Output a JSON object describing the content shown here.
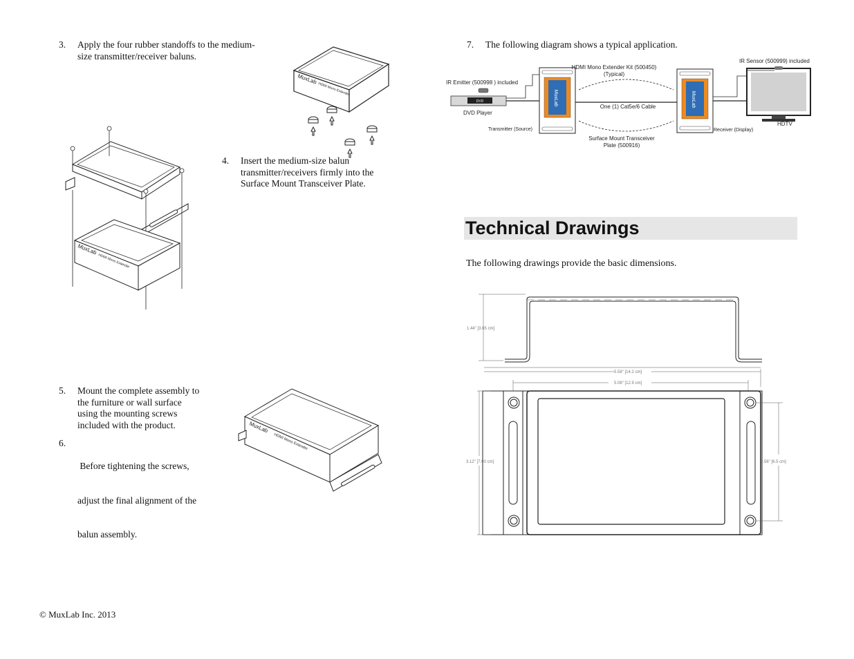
{
  "left_page": {
    "step3": {
      "number": "3.",
      "text_line1": "Apply the four rubber standoffs to the medium-",
      "text_line2": "size transmitter/receiver baluns."
    },
    "step4": {
      "number": "4.",
      "text_line1": "Insert the medium-size balun",
      "text_line2": "transmitter/receivers firmly into the",
      "text_line3": "Surface Mount Transceiver Plate."
    },
    "step5": {
      "number": "5.",
      "text_line1": "Mount the complete assembly to",
      "text_line2": "the furniture or wall surface",
      "text_line3": "using the mounting screws",
      "text_line4": "included with the product."
    },
    "step6": {
      "number": "6.",
      "text_line1": " Before tightening the screws,",
      "text_line2": "adjust the final alignment of the",
      "text_line3": "balun assembly."
    },
    "device_label": {
      "brand": "MuxLab",
      "model": "HDMI Mono Extender"
    },
    "footer": "© MuxLab Inc. 2013"
  },
  "right_page": {
    "step7": {
      "number": "7.",
      "text": "The following diagram shows a typical application."
    },
    "diagram": {
      "kit_label_line1": "HDMI Mono Extender  Kit (500450)",
      "kit_label_line2": "(Typical)",
      "ir_emitter": "IR Emitter (500998 ) included",
      "ir_sensor": "IR Sensor (500999) included",
      "dvd_player": "DVD Player",
      "dvd_display": "DVD",
      "cable": "One (1) Cat5e/6 Cable",
      "transmitter": "Transmitter (Source)",
      "receiver": "Receiver (Display)",
      "hdtv": "HDTV",
      "plate_line1": "Surface Mount Transceiver",
      "plate_line2": "Plate (500916)",
      "balun_brand": "MuxLab"
    },
    "section_title": "Technical Drawings",
    "intro": "The following drawings provide the basic dimensions.",
    "dimensions": {
      "height": "1.44\" [3.65 cm]",
      "width_outer": "5.58\" [14.2 cm]",
      "width_holes": "5.08\" [12.9 cm]",
      "depth_outer": "3.12\" [7.93 cm]",
      "depth_holes": "2.56\" [6.5 cm]"
    }
  }
}
